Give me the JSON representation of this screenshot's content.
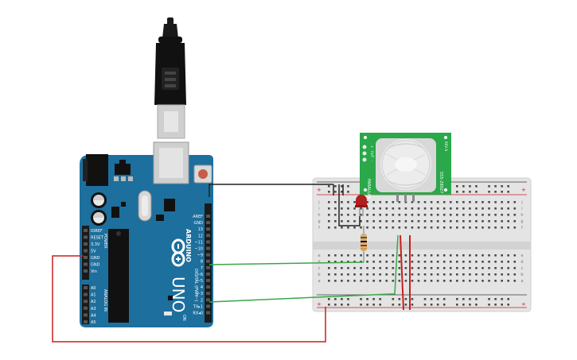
{
  "arduino": {
    "brand": "ARDUINO",
    "model": "UNO",
    "power_header_title": "POWER",
    "analog_header_title": "ANALOG IN",
    "digital_header_title": "DIGITAL (PWM~)",
    "on_label": "ON",
    "power_pins": [
      "IOREF",
      "RESET",
      "3.3V",
      "5V",
      "GND",
      "GND",
      "Vin"
    ],
    "analog_pins": [
      "A0",
      "A1",
      "A2",
      "A3",
      "A4",
      "A5"
    ],
    "digital_pins": [
      "AREF",
      "GND",
      "13",
      "12",
      "~11",
      "~10",
      "~9",
      "8",
      "7",
      "~6",
      "~5",
      "4",
      "~3",
      "2",
      "TX▸1",
      "RX◂0"
    ]
  },
  "breadboard": {
    "row_letters_top": [
      "j",
      "i",
      "h",
      "g",
      "f"
    ],
    "row_letters_bottom": [
      "e",
      "d",
      "c",
      "b",
      "a"
    ]
  },
  "pir_sensor": {
    "left_text": "PARALLAX",
    "right_text": "555-28027",
    "pin_labels": [
      "+",
      "OUT",
      "-"
    ],
    "top_text": "REV A"
  },
  "colors": {
    "board": "#1d6f9d",
    "board_dark": "#164f71",
    "breadboard": "#e4e4e4",
    "wire_black": "#222222",
    "wire_red": "#c8201f",
    "wire_green": "#3aa648",
    "pir_pcb": "#2aa84a"
  }
}
